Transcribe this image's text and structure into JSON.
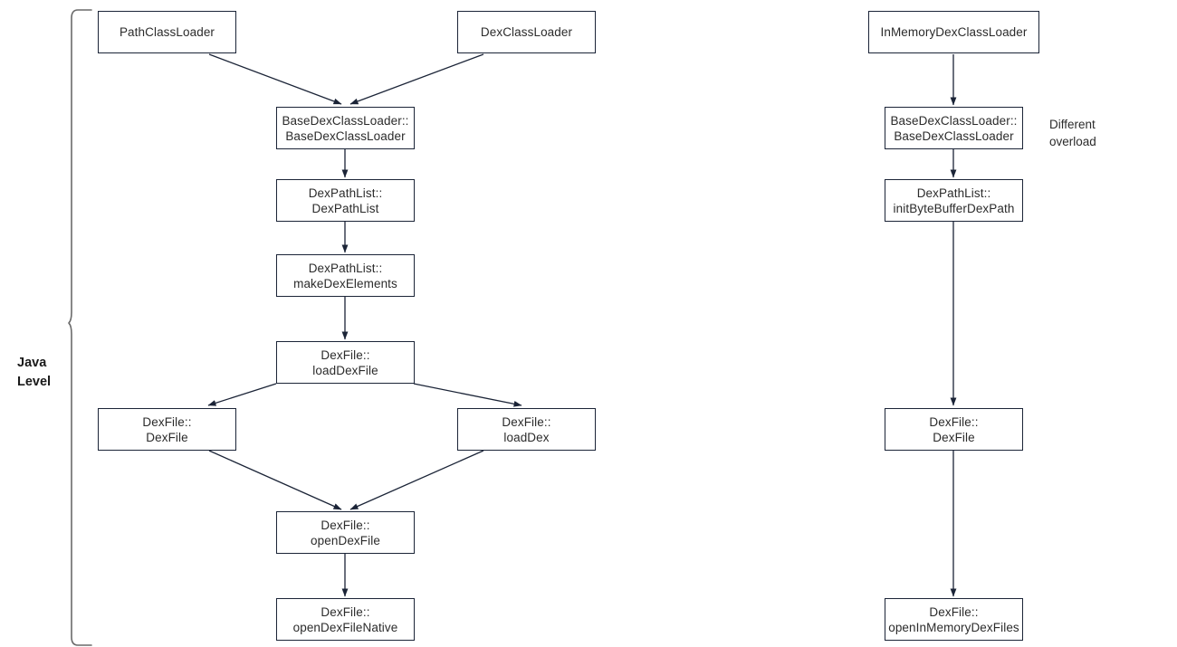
{
  "diagram": {
    "title_label": "Java\nLevel",
    "annotation_label": "Different\noverload",
    "stroke_color": "#1b2437",
    "text_color": "#2b2b2b",
    "background_color": "#ffffff",
    "nodes": [
      {
        "id": "path-class-loader",
        "line1": "PathClassLoader",
        "line2": ""
      },
      {
        "id": "dex-class-loader",
        "line1": "DexClassLoader",
        "line2": ""
      },
      {
        "id": "base-dex-class-loader",
        "line1": "BaseDexClassLoader::",
        "line2": "BaseDexClassLoader"
      },
      {
        "id": "dex-path-list-ctor",
        "line1": "DexPathList::",
        "line2": "DexPathList"
      },
      {
        "id": "make-dex-elements",
        "line1": "DexPathList::",
        "line2": "makeDexElements"
      },
      {
        "id": "load-dex-file",
        "line1": "DexFile::",
        "line2": "loadDexFile"
      },
      {
        "id": "dex-file-ctor",
        "line1": "DexFile::",
        "line2": "DexFile"
      },
      {
        "id": "load-dex",
        "line1": "DexFile::",
        "line2": "loadDex"
      },
      {
        "id": "open-dex-file",
        "line1": "DexFile::",
        "line2": "openDexFile"
      },
      {
        "id": "open-dex-file-native",
        "line1": "DexFile::",
        "line2": "openDexFileNative"
      },
      {
        "id": "in-memory-dex-class-loader",
        "line1": "InMemoryDexClassLoader",
        "line2": ""
      },
      {
        "id": "base-dex-class-loader-2",
        "line1": "BaseDexClassLoader::",
        "line2": "BaseDexClassLoader"
      },
      {
        "id": "init-byte-buffer-dex-path",
        "line1": "DexPathList::",
        "line2": "initByteBufferDexPath"
      },
      {
        "id": "dex-file-ctor-2",
        "line1": "DexFile::",
        "line2": "DexFile"
      },
      {
        "id": "open-in-memory-dex-files",
        "line1": "DexFile::",
        "line2": "openInMemoryDexFiles"
      }
    ],
    "edges": [
      {
        "from": "path-class-loader",
        "to": "base-dex-class-loader"
      },
      {
        "from": "dex-class-loader",
        "to": "base-dex-class-loader"
      },
      {
        "from": "base-dex-class-loader",
        "to": "dex-path-list-ctor"
      },
      {
        "from": "dex-path-list-ctor",
        "to": "make-dex-elements"
      },
      {
        "from": "make-dex-elements",
        "to": "load-dex-file"
      },
      {
        "from": "load-dex-file",
        "to": "dex-file-ctor"
      },
      {
        "from": "load-dex-file",
        "to": "load-dex"
      },
      {
        "from": "dex-file-ctor",
        "to": "open-dex-file"
      },
      {
        "from": "load-dex",
        "to": "open-dex-file"
      },
      {
        "from": "open-dex-file",
        "to": "open-dex-file-native"
      },
      {
        "from": "in-memory-dex-class-loader",
        "to": "base-dex-class-loader-2"
      },
      {
        "from": "base-dex-class-loader-2",
        "to": "init-byte-buffer-dex-path"
      },
      {
        "from": "init-byte-buffer-dex-path",
        "to": "dex-file-ctor-2"
      },
      {
        "from": "dex-file-ctor-2",
        "to": "open-in-memory-dex-files"
      }
    ]
  }
}
